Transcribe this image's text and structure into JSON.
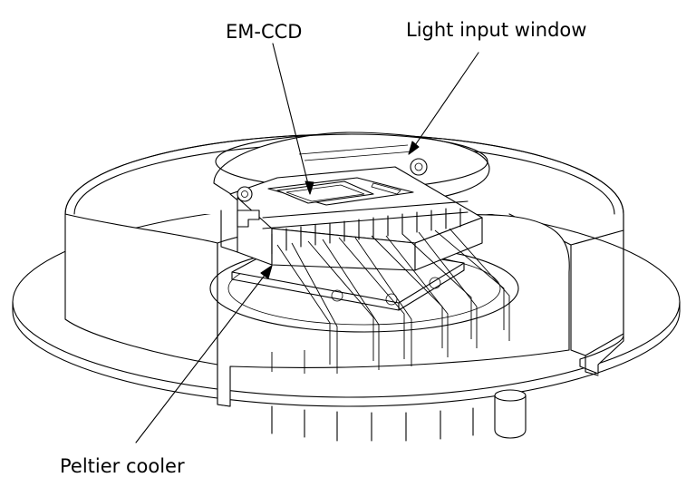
{
  "labels": {
    "emccd": "EM-CCD",
    "light_input_window": "Light input window",
    "peltier_cooler": "Peltier cooler"
  }
}
